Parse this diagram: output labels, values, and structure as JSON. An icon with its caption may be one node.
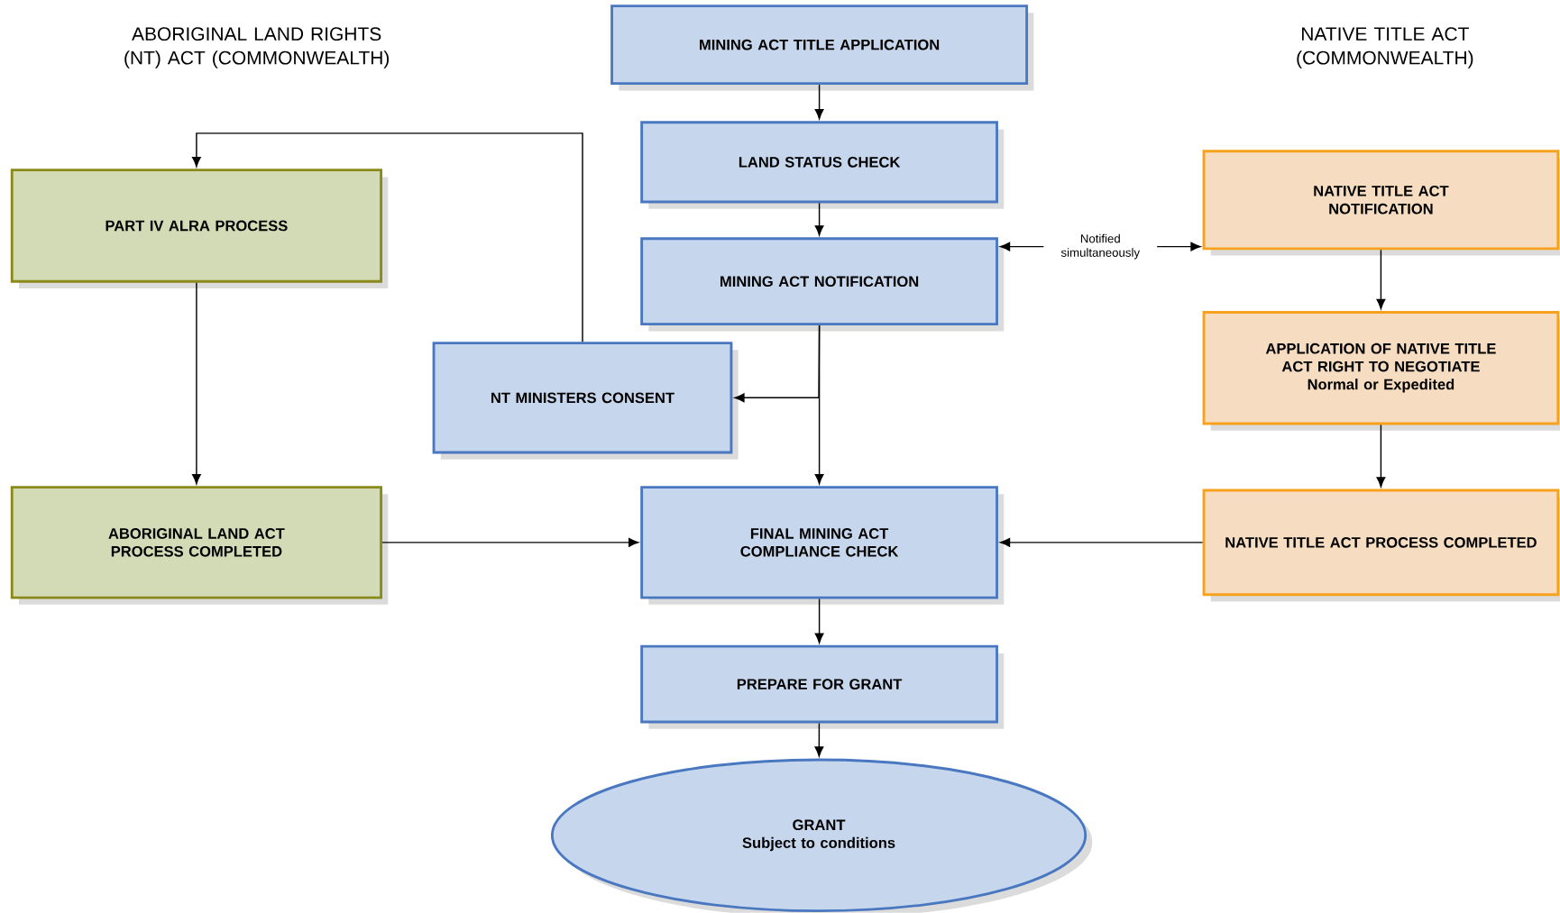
{
  "diagram": {
    "nodes": [
      {
        "text": [
          "MINING ACT TITLE APPLICATION"
        ]
      },
      {
        "text": [
          "LAND STATUS CHECK"
        ]
      },
      {
        "text": [
          "PART IV ALRA PROCESS"
        ]
      },
      {
        "text": [
          "NATIVE TITLE ACT NOTIFICATION"
        ]
      },
      {
        "text": [
          "MINING ACT NOTIFICATION"
        ]
      },
      {
        "text": [
          "NT MINISTERS CONSENT"
        ]
      },
      {
        "text": [
          "APPLICATION OF NATIVE TITLE ACT RIGHT TO NEGOTIATE",
          "Normal or Expedited"
        ]
      },
      {
        "text": [
          "ABORIGINAL LAND ACT PROCESS COMPLETED"
        ]
      },
      {
        "text": [
          "FINAL MINING ACT COMPLIANCE CHECK"
        ]
      },
      {
        "text": [
          "NATIVE TITLE ACT PROCESS COMPLETED"
        ]
      },
      {
        "text": [
          "PREPARE FOR GRANT"
        ]
      },
      {
        "text": [
          "GRANT",
          "Subject to conditions"
        ]
      }
    ],
    "edges": [
      {
        "from": 0,
        "to": 1,
        "arrow": "to"
      },
      {
        "from": 1,
        "to": 4,
        "arrow": "to"
      },
      {
        "from": 4,
        "to": 3,
        "arrow": "both",
        "label": "Notified simultaneously"
      },
      {
        "from": 4,
        "to": 5,
        "arrow": "to"
      },
      {
        "from": 4,
        "to": 8,
        "arrow": "to"
      },
      {
        "from": 5,
        "to": 2,
        "arrow": "to"
      },
      {
        "from": 2,
        "to": 7,
        "arrow": "to"
      },
      {
        "from": 7,
        "to": 8,
        "arrow": "to"
      },
      {
        "from": 3,
        "to": 6,
        "arrow": "to"
      },
      {
        "from": 6,
        "to": 9,
        "arrow": "to"
      },
      {
        "from": 9,
        "to": 8,
        "arrow": "to"
      },
      {
        "from": 8,
        "to": 10,
        "arrow": "to"
      },
      {
        "from": 10,
        "to": 11,
        "arrow": "to"
      }
    ],
    "labels": [
      "ABORIGINAL LAND RIGHTS (NT) ACT (COMMONWEALTH)",
      "NATIVE TITLE ACT (COMMONWEALTH)"
    ]
  }
}
